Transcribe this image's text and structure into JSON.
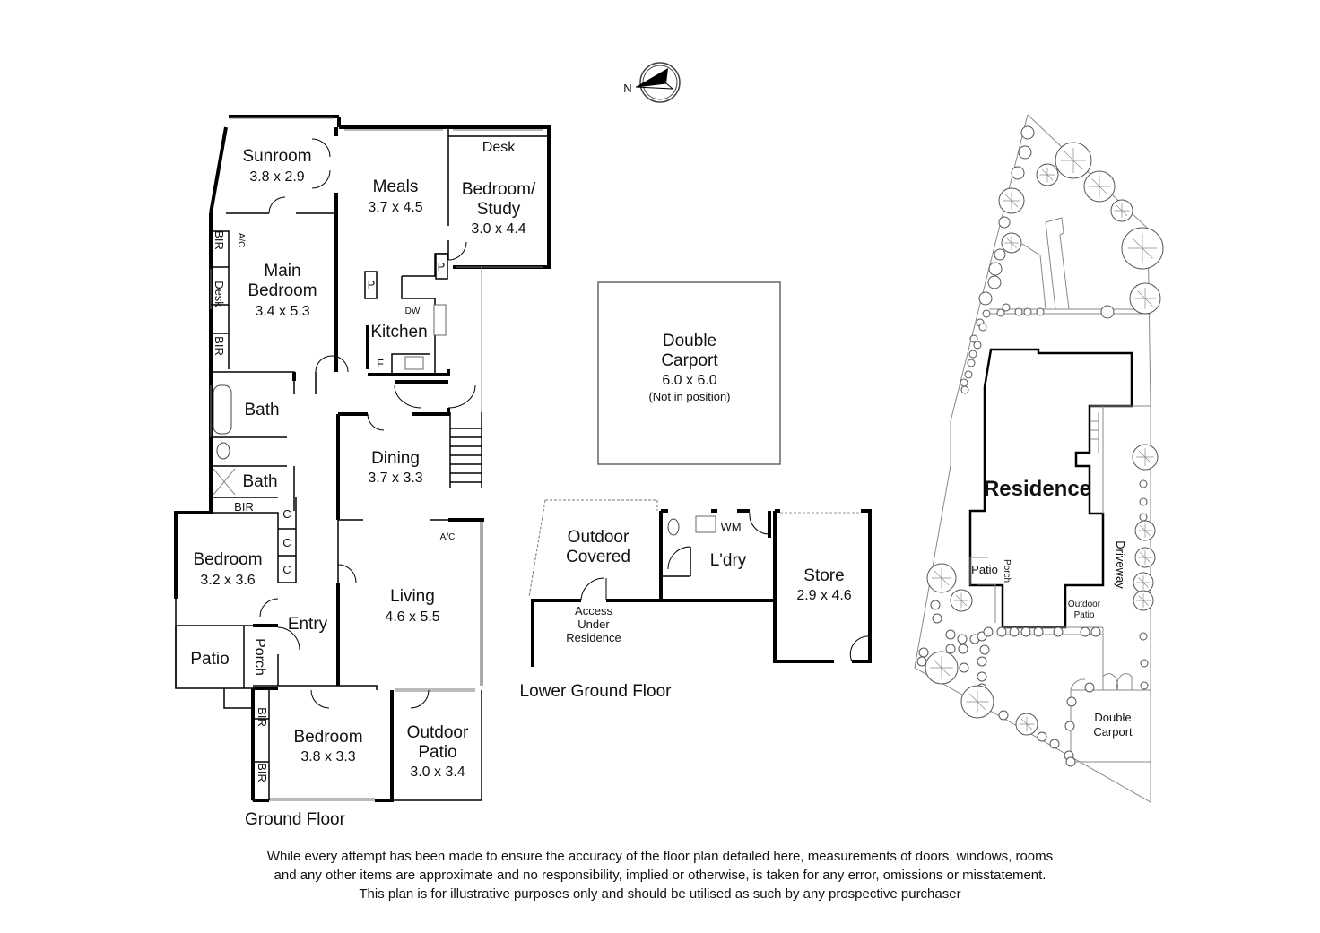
{
  "compass": {
    "label": "N"
  },
  "ground_floor": {
    "title": "Ground Floor",
    "rooms": {
      "sunroom": {
        "name": "Sunroom",
        "dims": "3.8 x 2.9"
      },
      "meals": {
        "name": "Meals",
        "dims": "3.7 x 4.5"
      },
      "study": {
        "name1": "Bedroom/",
        "name2": "Study",
        "dims": "3.0 x 4.4",
        "desk": "Desk"
      },
      "main_bedroom": {
        "name1": "Main",
        "name2": "Bedroom",
        "dims": "3.4 x 5.3"
      },
      "kitchen": {
        "name": "Kitchen",
        "dw": "DW",
        "fridge": "F",
        "pantry": "P"
      },
      "bath1": {
        "name": "Bath"
      },
      "bath2": {
        "name": "Bath"
      },
      "dining": {
        "name": "Dining",
        "dims": "3.7 x 3.3"
      },
      "bedroom2": {
        "name": "Bedroom",
        "dims": "3.2 x 3.6"
      },
      "living": {
        "name": "Living",
        "dims": "4.6 x 5.5"
      },
      "entry": {
        "name": "Entry"
      },
      "patio": {
        "name": "Patio"
      },
      "porch": {
        "name": "Porch"
      },
      "bedroom3": {
        "name": "Bedroom",
        "dims": "3.8 x 3.3"
      },
      "outdoor_patio": {
        "name1": "Outdoor",
        "name2": "Patio",
        "dims": "3.0 x 3.4"
      }
    },
    "labels": {
      "bir": "BIR",
      "desk": "Desk",
      "ac": "A/C",
      "cupboard": "C"
    }
  },
  "carport": {
    "name1": "Double",
    "name2": "Carport",
    "dims": "6.0 x 6.0",
    "note": "(Not in position)"
  },
  "lower_ground_floor": {
    "title": "Lower Ground Floor",
    "outdoor_covered": {
      "name1": "Outdoor",
      "name2": "Covered"
    },
    "laundry": {
      "name": "L'dry",
      "wm": "WM"
    },
    "store": {
      "name": "Store",
      "dims": "2.9 x 4.6"
    },
    "access": {
      "line1": "Access",
      "line2": "Under",
      "line3": "Residence"
    }
  },
  "site_plan": {
    "residence": "Residence",
    "driveway": "Driveway",
    "patio": "Patio",
    "porch": "Porch",
    "outdoor_patio1": "Outdoor",
    "outdoor_patio2": "Patio",
    "carport1": "Double",
    "carport2": "Carport"
  },
  "disclaimer": [
    "While every attempt has been made to ensure the accuracy of the floor plan detailed here, measurements of doors, windows, rooms",
    "and any other items are approximate and no responsibility, implied or otherwise, is taken for any error, omissions or misstatement.",
    "This plan is for illustrative purposes only and should be utilised as such by any prospective purchaser"
  ]
}
